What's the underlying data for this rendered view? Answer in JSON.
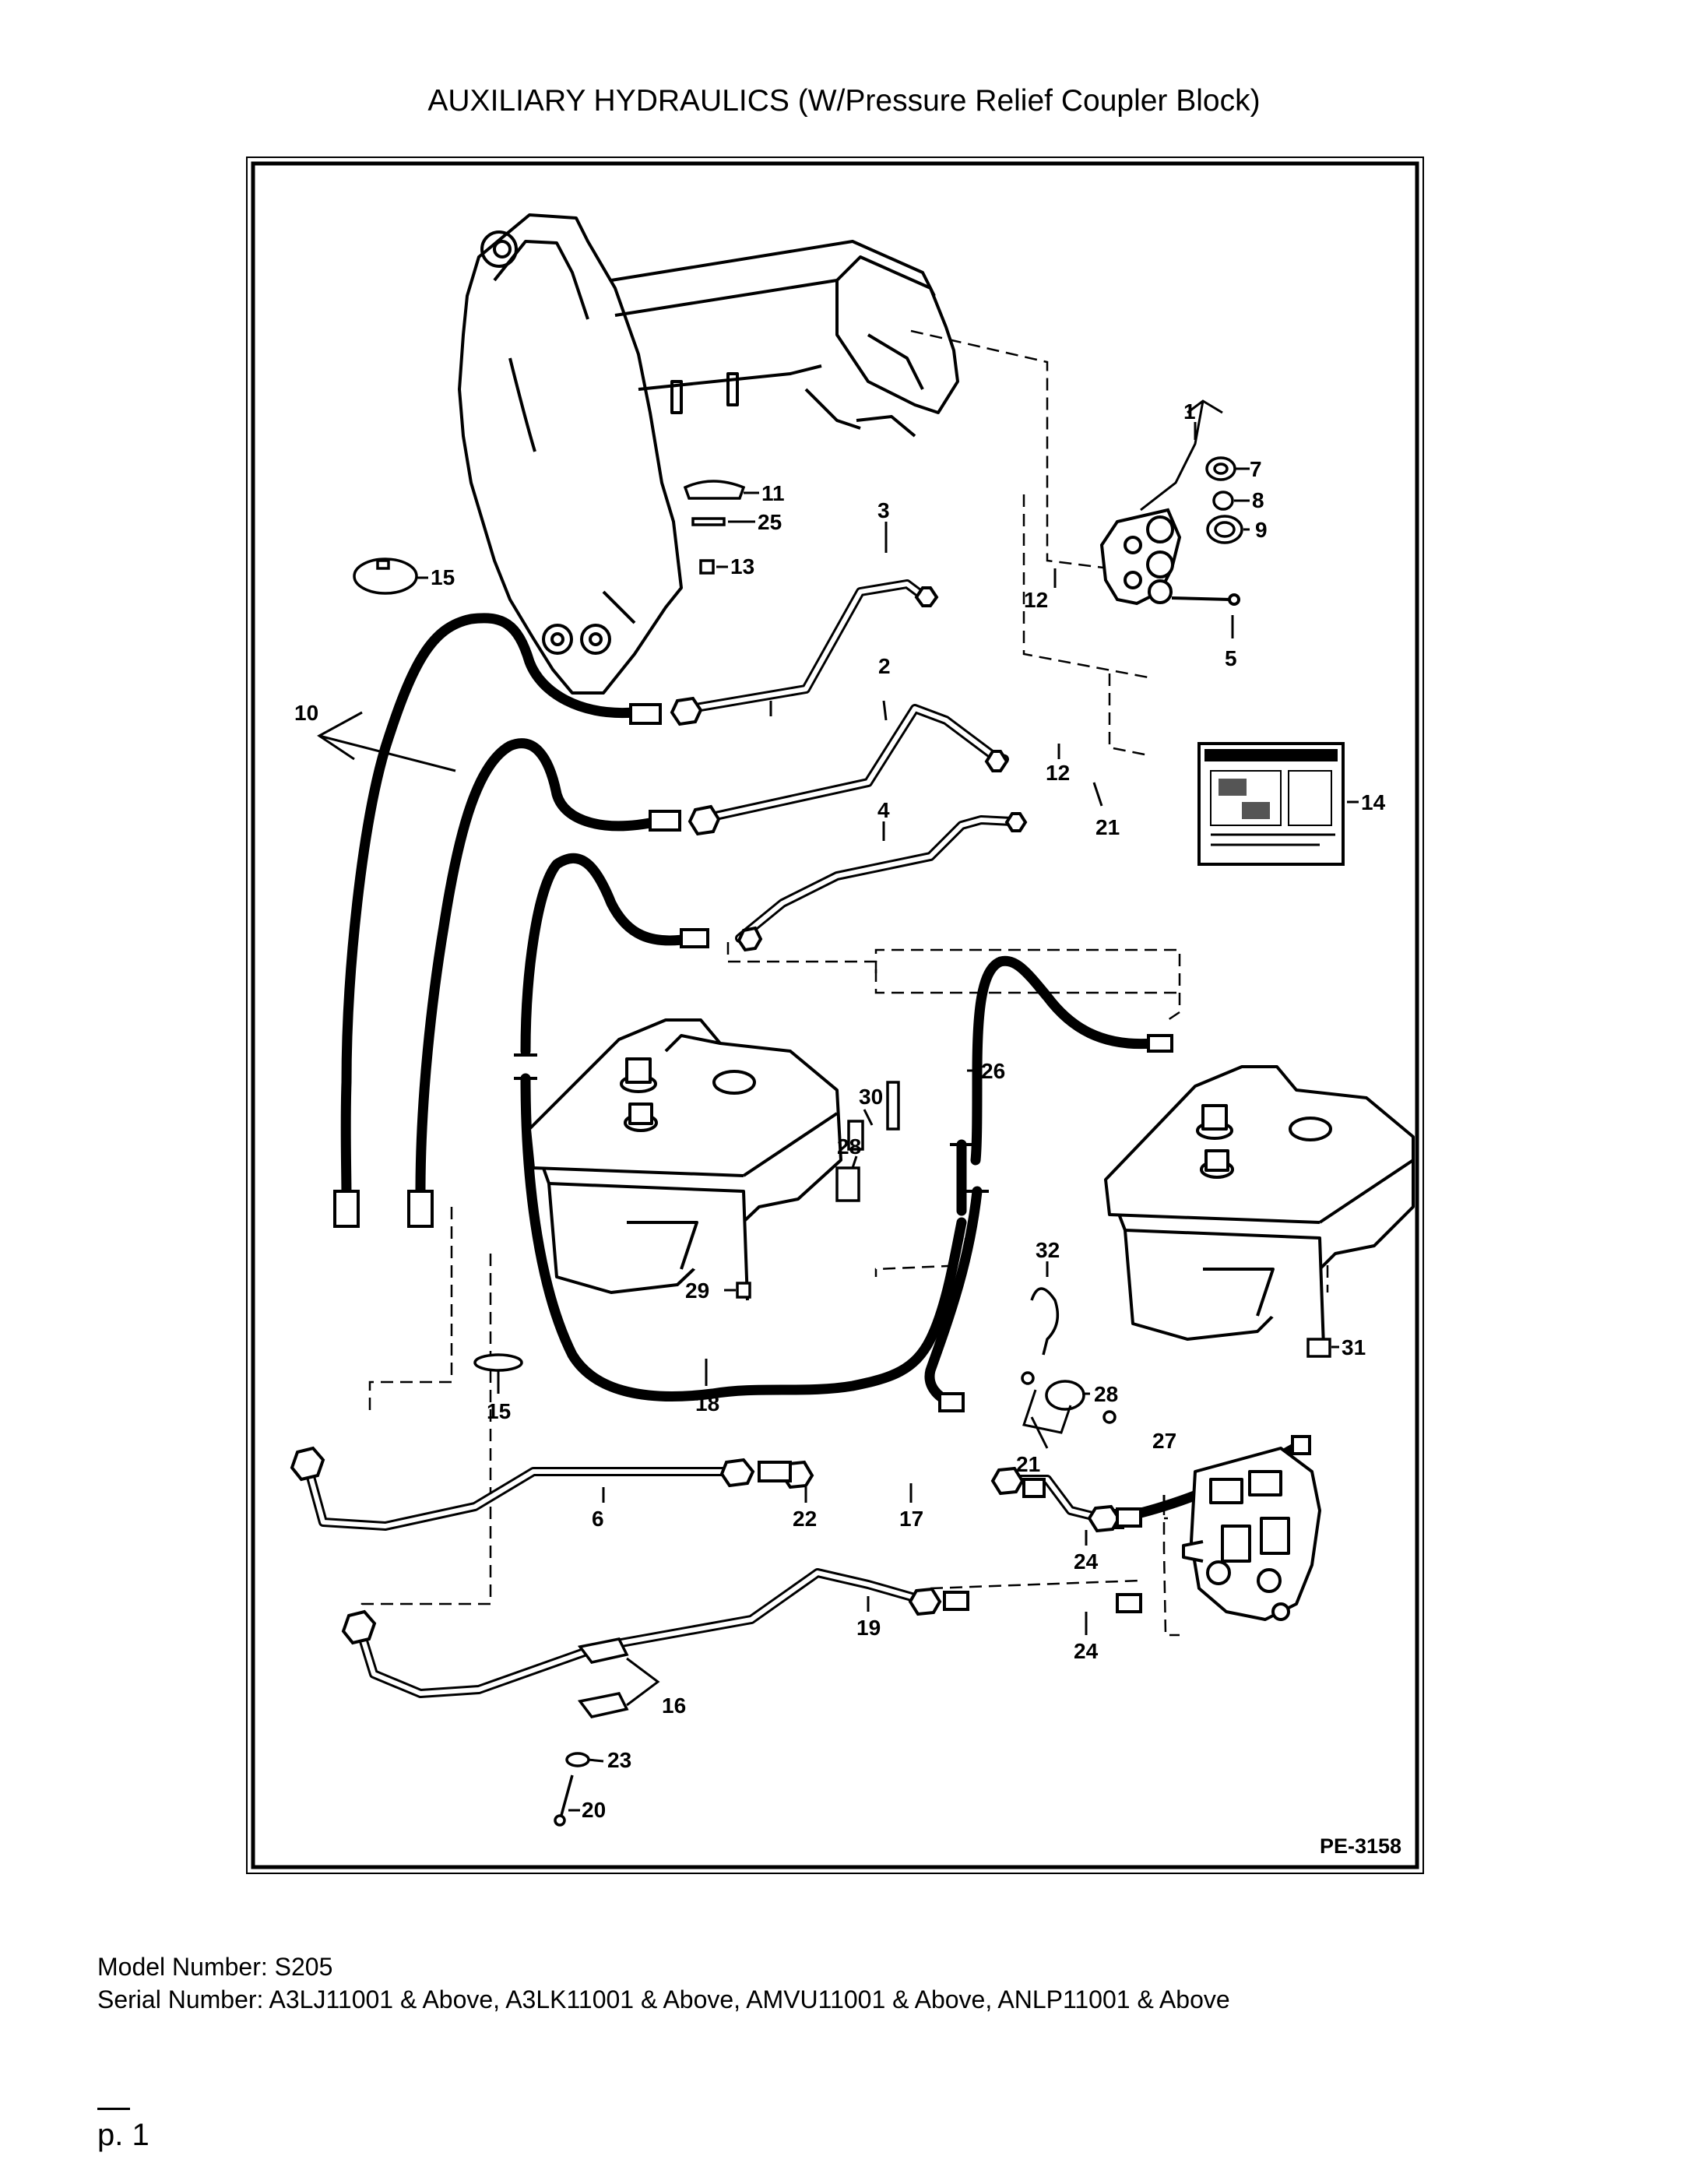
{
  "page": {
    "title": "AUXILIARY HYDRAULICS (W/Pressure Relief Coupler Block)",
    "model_line": "Model Number: S205",
    "serial_line": "Serial Number: A3LJ11001 & Above, A3LK11001 & Above, AMVU11001 & Above, ANLP11001 & Above",
    "page_number": "p. 1"
  },
  "diagram": {
    "figure_code": "PE-3158",
    "callouts": [
      "1",
      "2",
      "3",
      "4",
      "5",
      "6",
      "7",
      "8",
      "9",
      "10",
      "11",
      "12",
      "12",
      "13",
      "14",
      "15",
      "15",
      "16",
      "17",
      "18",
      "19",
      "20",
      "21",
      "21",
      "22",
      "23",
      "24",
      "24",
      "25",
      "26",
      "27",
      "28",
      "28",
      "29",
      "30",
      "31",
      "32"
    ]
  }
}
